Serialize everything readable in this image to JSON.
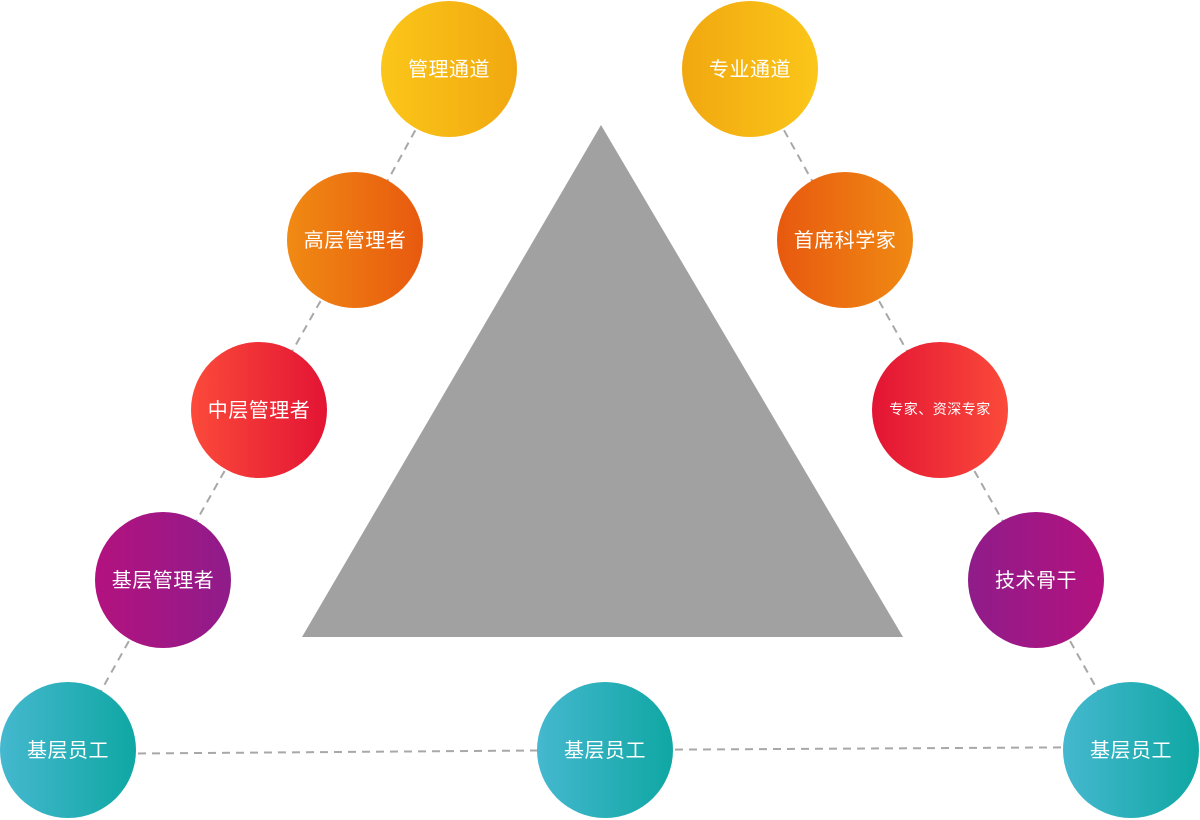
{
  "management_channel": {
    "title": "管理通道",
    "levels": [
      "高层管理者",
      "中层管理者",
      "基层管理者"
    ]
  },
  "professional_channel": {
    "title": "专业通道",
    "levels": [
      "首席科学家",
      "专家、资深专家",
      "技术骨干"
    ]
  },
  "base": {
    "left": "基层员工",
    "center": "基层员工",
    "right": "基层员工"
  },
  "colors": {
    "triangle": "#a1a1a1",
    "dashed_line": "#a8a8a8",
    "yellow": "#fbc619",
    "orange": "#f08a13",
    "red": "#fb4a3a",
    "purple": "#b3127f",
    "teal": "#1fb0b8"
  }
}
